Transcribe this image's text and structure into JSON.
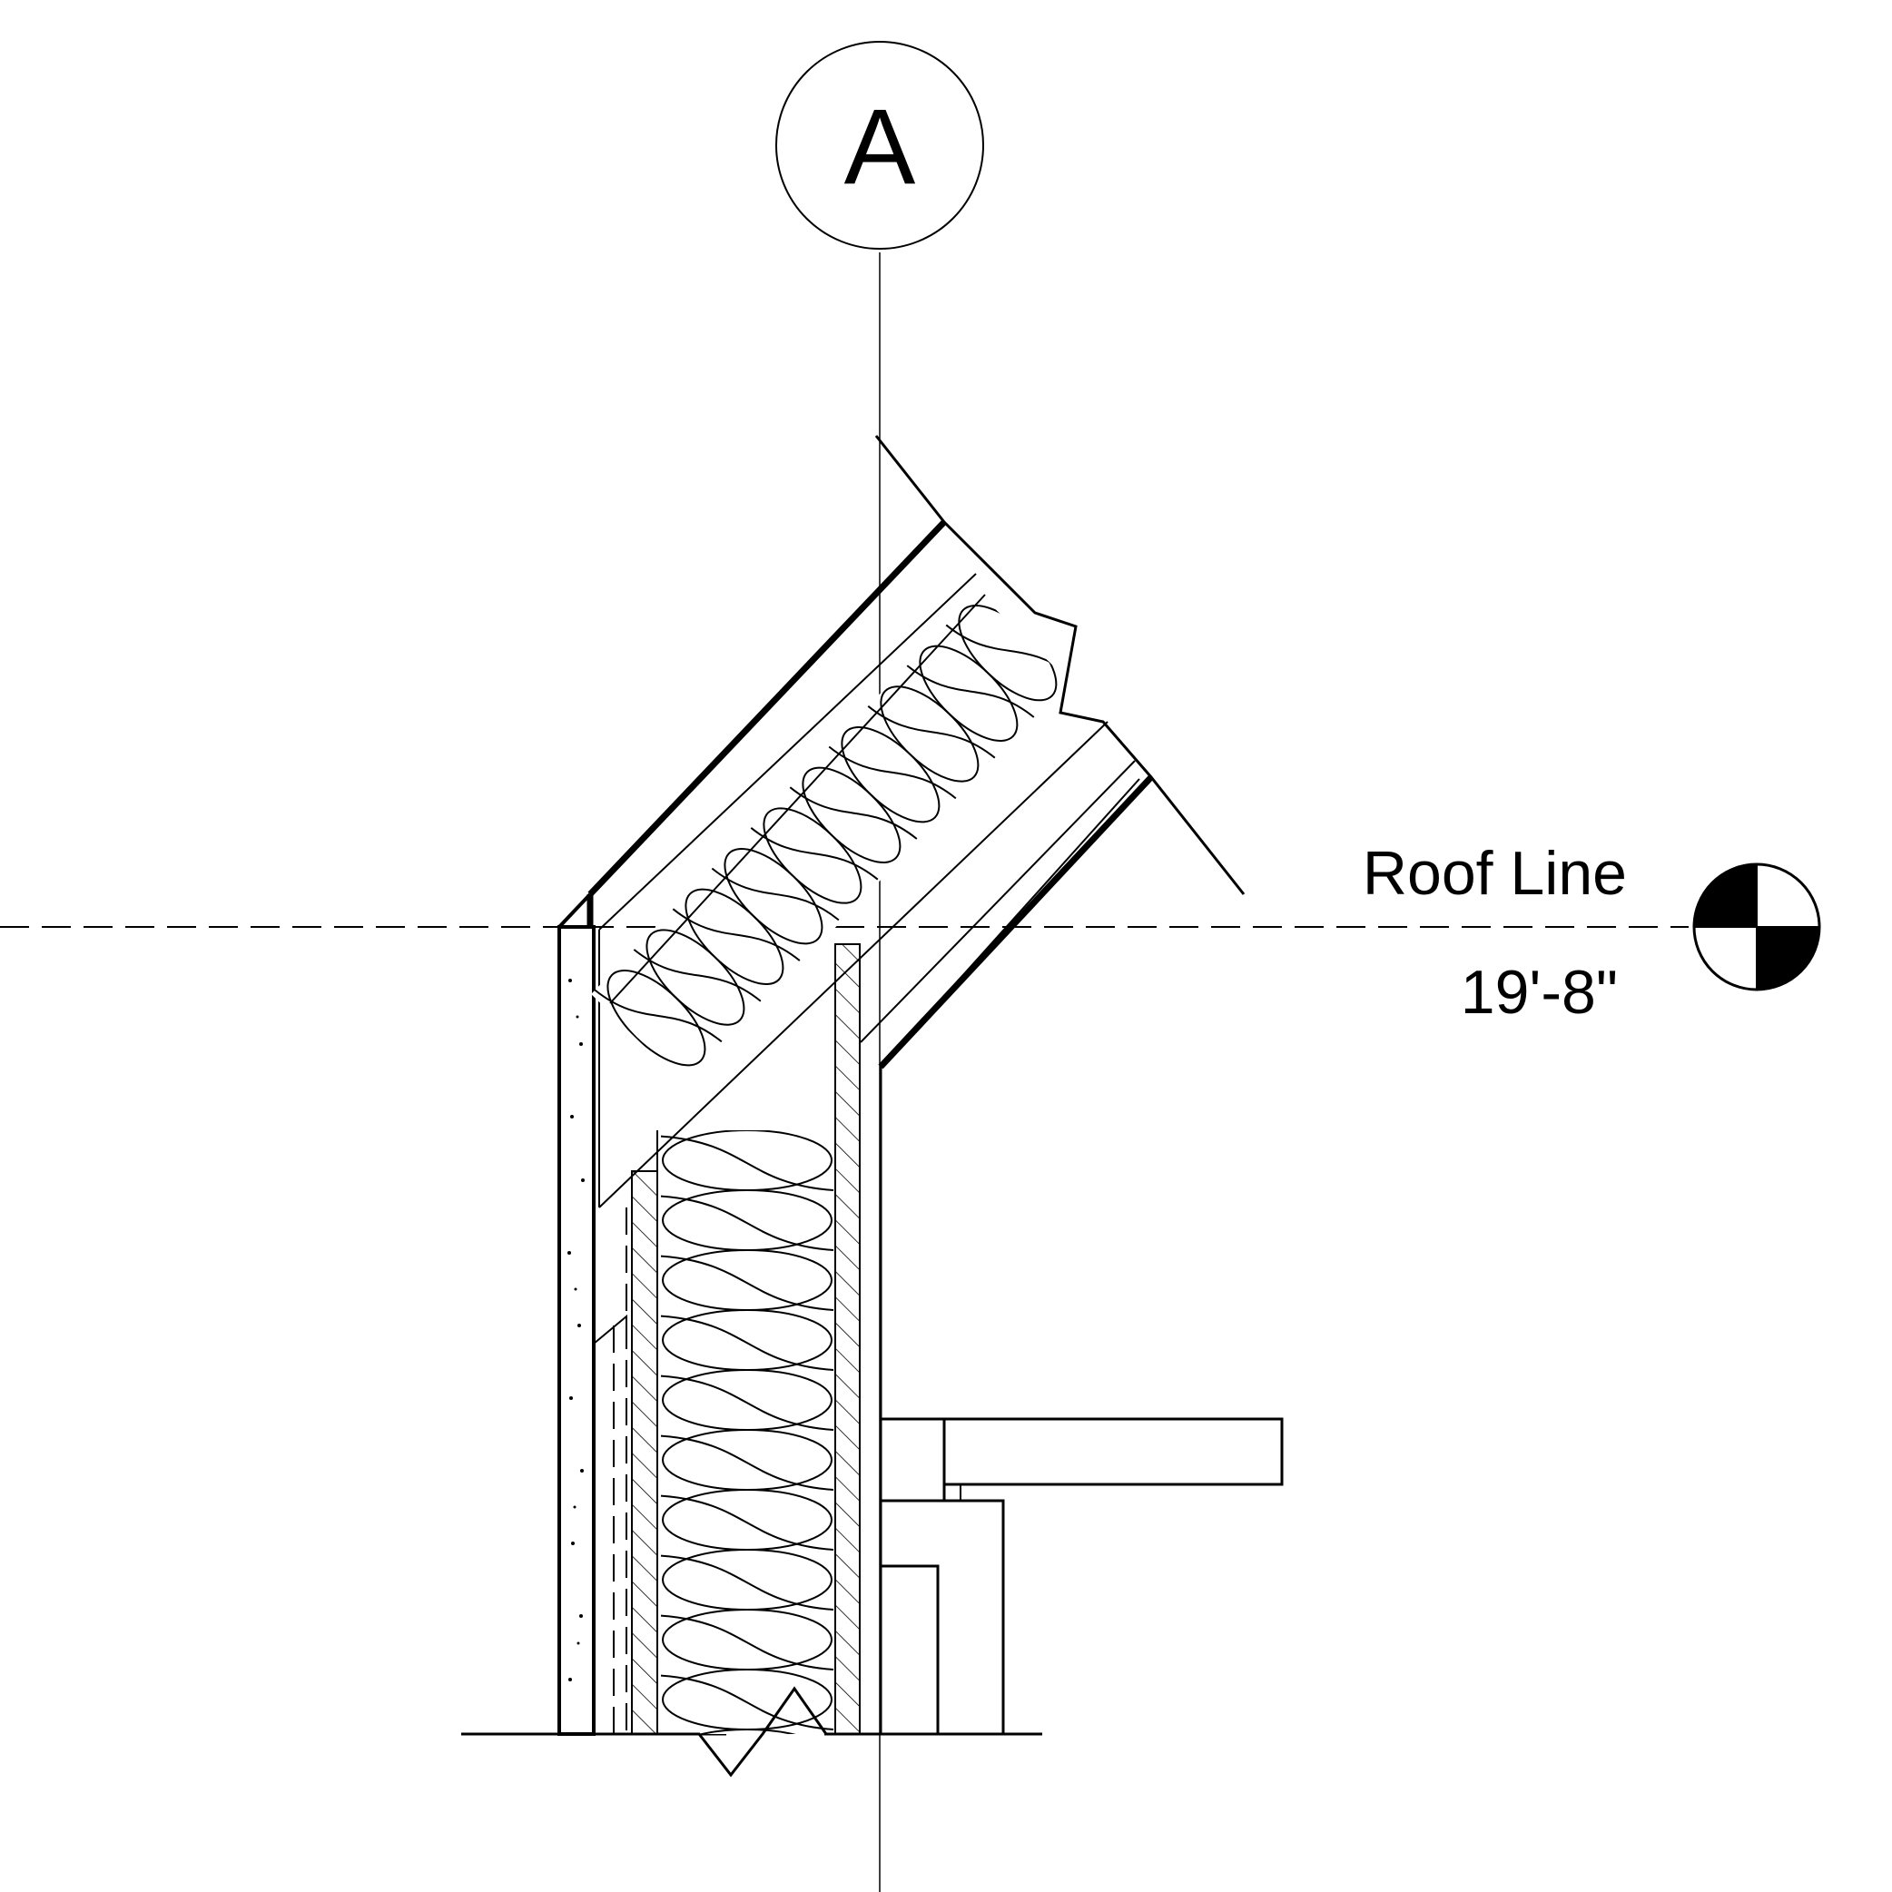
{
  "grid_bubble": {
    "label": "A"
  },
  "level_marker": {
    "name": "Roof Line",
    "elevation": "19'-8\""
  }
}
